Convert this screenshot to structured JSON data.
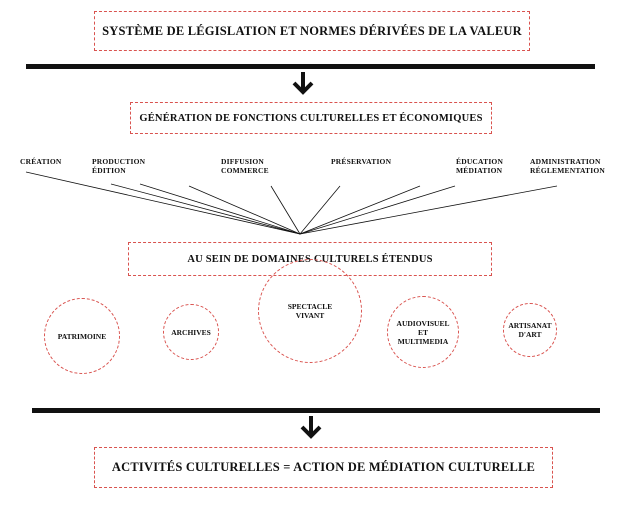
{
  "title": "SYSTÈME DE LÉGISLATION ET NORMES DÉRIVÉES DE LA VALEUR",
  "generation": "GÉNÉRATION DE FONCTIONS CULTURELLES ET ÉCONOMIQUES",
  "functions": [
    {
      "label": "CRÉATION"
    },
    {
      "label": "PRODUCTION\nÉDITION"
    },
    {
      "label": "DIFFUSION\nCOMMERCE"
    },
    {
      "label": "PRÉSERVATION"
    },
    {
      "label": "ÉDUCATION\nMÉDIATION"
    },
    {
      "label": "ADMINISTRATION\nRÉGLEMENTATION"
    }
  ],
  "domains_box": "AU SEIN DE DOMAINES CULTURELS ÉTENDUS",
  "domains": [
    {
      "label": "PATRIMOINE"
    },
    {
      "label": "ARCHIVES"
    },
    {
      "label": "SPECTACLE\nVIVANT"
    },
    {
      "label": "AUDIOVISUEL\nET\nMULTIMEDIA"
    },
    {
      "label": "ARTISANAT\nD'ART"
    }
  ],
  "bottom": "ACTIVITÉS CULTURELLES = ACTION DE MÉDIATION CULTURELLE",
  "colors": {
    "border": "#d9534f",
    "bar": "#111111",
    "line": "#111111"
  }
}
